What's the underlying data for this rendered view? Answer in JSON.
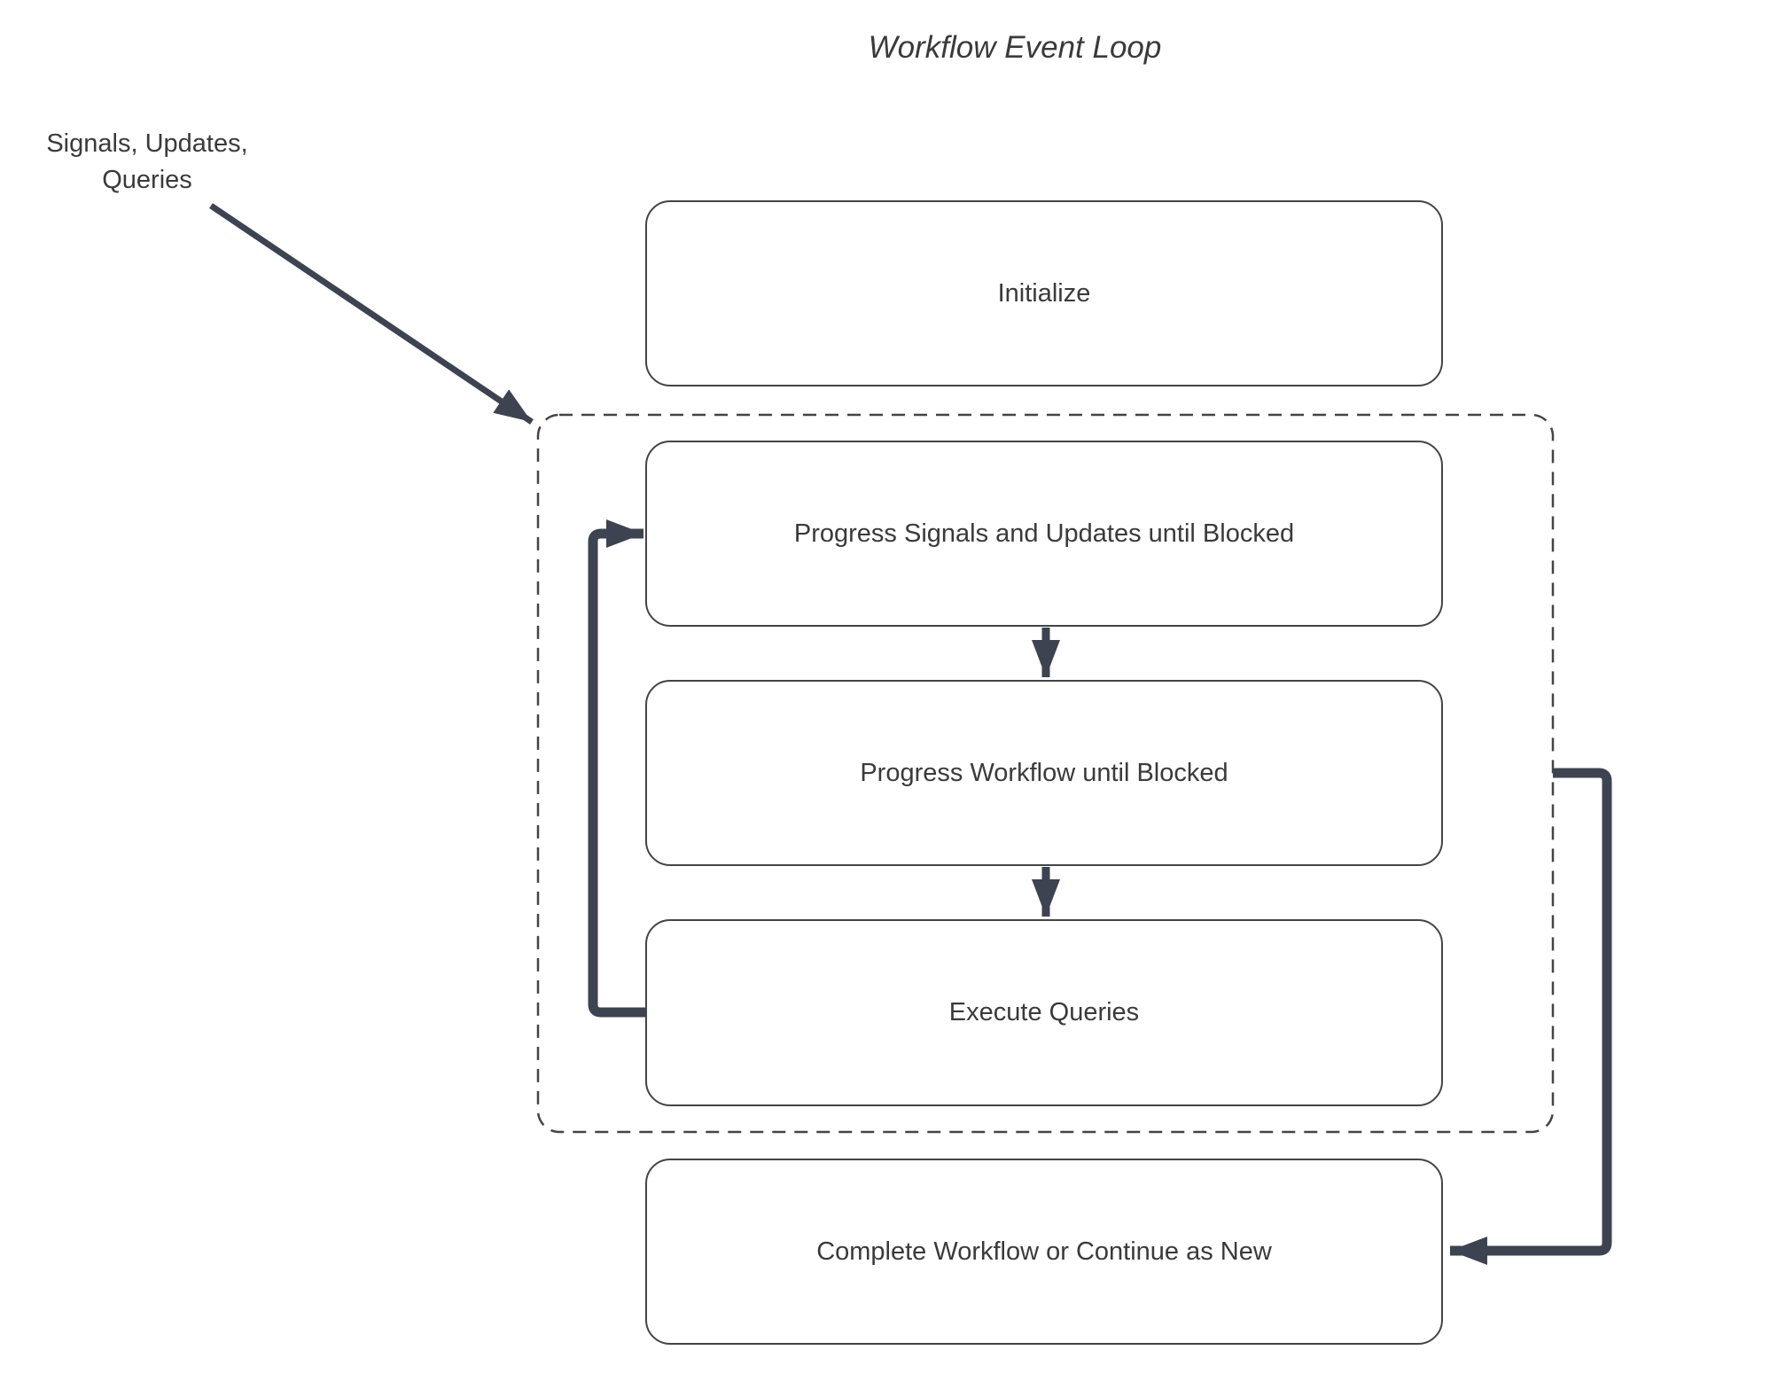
{
  "diagram": {
    "title": "Workflow Event Loop",
    "external_input": {
      "line1": "Signals, Updates,",
      "line2": "Queries"
    },
    "nodes": {
      "initialize": {
        "label": "Initialize"
      },
      "progress_signals": {
        "label": "Progress Signals and Updates until Blocked"
      },
      "progress_workflow": {
        "label": "Progress Workflow until Blocked"
      },
      "execute_queries": {
        "label": "Execute Queries"
      },
      "complete": {
        "label": "Complete Workflow or Continue as New"
      }
    },
    "colors": {
      "arrow": "#3d4351",
      "box_border": "#444444",
      "text": "#3a3a3a",
      "background": "#ffffff"
    }
  }
}
